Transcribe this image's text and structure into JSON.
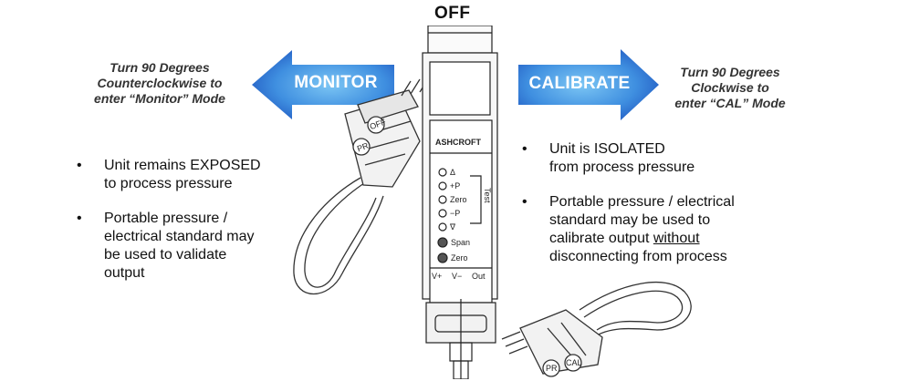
{
  "top_label": "OFF",
  "left": {
    "arrow_label": "MONITOR",
    "note_lines": [
      "Turn 90 Degrees",
      "Counterclockwise to",
      "enter “Monitor” Mode"
    ],
    "bullets": [
      {
        "lines": [
          "Unit remains EXPOSED",
          "to process pressure"
        ]
      },
      {
        "lines": [
          "Portable pressure /",
          "electrical standard may",
          "be used to validate",
          "output"
        ]
      }
    ]
  },
  "right": {
    "arrow_label": "CALIBRATE",
    "note_lines": [
      "Turn 90 Degrees",
      "Clockwise to",
      "enter “CAL” Mode"
    ],
    "bullets": [
      {
        "lines": [
          "Unit is ISOLATED",
          "from process pressure"
        ]
      },
      {
        "lines": [
          "Portable pressure / electrical",
          "standard may be used to"
        ],
        "line3_pre": "calibrate output ",
        "line3_underlined": "without",
        "line4": "disconnecting from process"
      }
    ]
  },
  "device": {
    "brand": "ASHCROFT",
    "indicators": [
      "Δ",
      "+P",
      "Zero",
      "−P",
      "∇"
    ],
    "test_label": "Test",
    "buttons": [
      "Span",
      "Zero"
    ],
    "terminals": [
      "V+",
      "V−",
      "Out"
    ]
  },
  "plug_labels": {
    "left_upper": "OFF",
    "left_lower": "PR",
    "right_upper": "CAL",
    "right_lower": "PR"
  },
  "colors": {
    "arrow_dark": "#1f5fc8",
    "arrow_light": "#66b8f0"
  }
}
